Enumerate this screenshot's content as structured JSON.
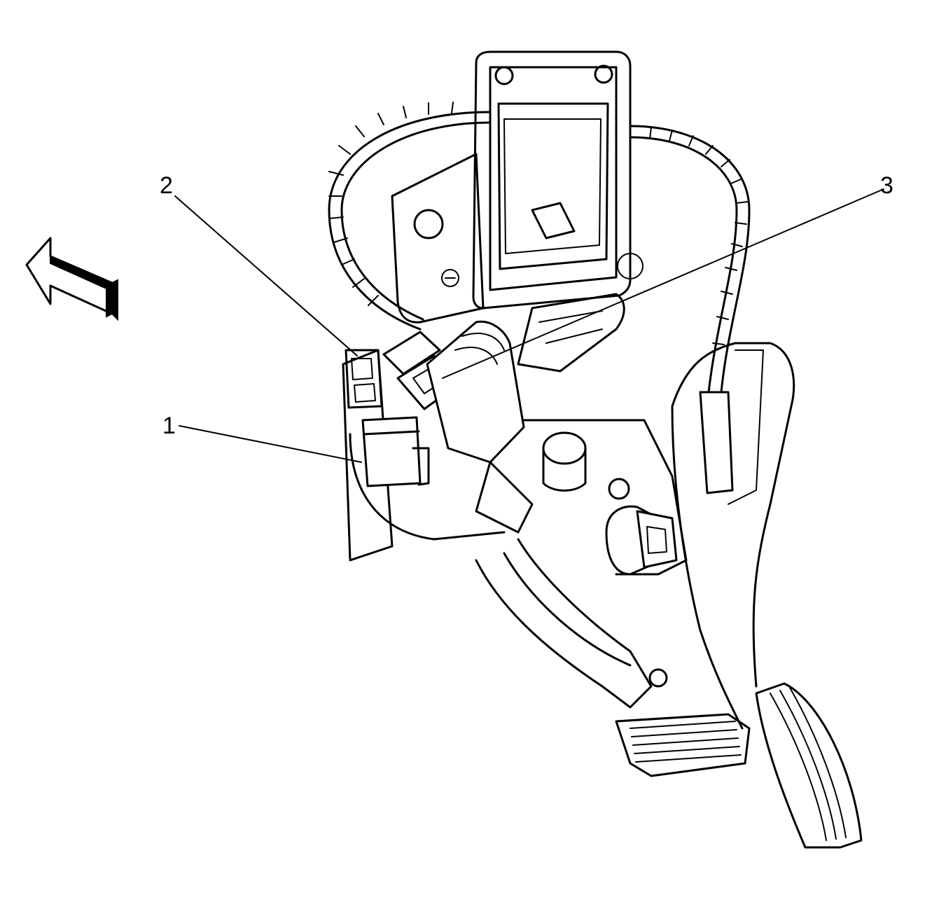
{
  "callouts": {
    "c1": "1",
    "c2": "2",
    "c3": "3"
  },
  "icons": {
    "direction_arrow": "front-direction-arrow-icon"
  }
}
